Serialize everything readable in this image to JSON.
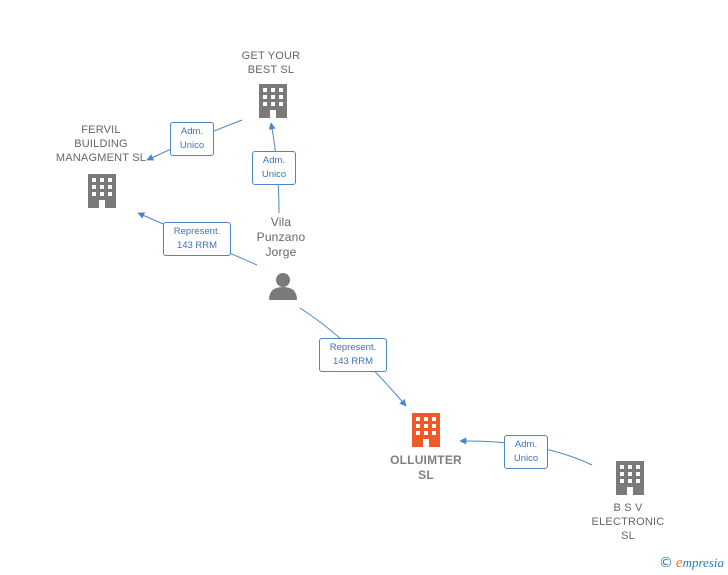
{
  "nodes": {
    "get_your_best": {
      "label": "GET YOUR\nBEST  SL",
      "type": "company"
    },
    "fervil": {
      "label": "FERVIL\nBUILDING\nMANAGMENT SL",
      "type": "company"
    },
    "vila": {
      "label": "Vila\nPunzano\nJorge",
      "type": "person"
    },
    "olluimter": {
      "label": "OLLUIMTER\nSL",
      "type": "company-main"
    },
    "bsv": {
      "label": "B S V\nELECTRONIC\nSL",
      "type": "company"
    }
  },
  "edges": {
    "e1": {
      "line1": "Adm.",
      "line2": "Unico"
    },
    "e2": {
      "line1": "Adm.",
      "line2": "Unico"
    },
    "e3": {
      "line1": "Represent.",
      "line2": "143 RRM"
    },
    "e4": {
      "line1": "Represent.",
      "line2": "143 RRM"
    },
    "e5": {
      "line1": "Adm.",
      "line2": "Unico"
    }
  },
  "colors": {
    "edge": "#4a86c8",
    "company_icon": "#7a7a7a",
    "main_icon": "#f05a28",
    "person_icon": "#7a7a7a"
  },
  "watermark": {
    "symbol": "©",
    "brand_initial": "e",
    "brand_rest": "mpresia"
  }
}
